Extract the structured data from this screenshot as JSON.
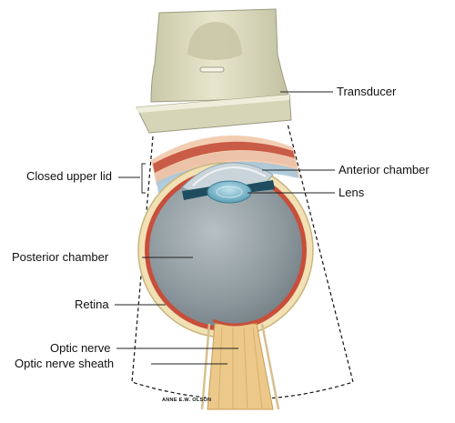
{
  "labels": {
    "transducer": "Transducer",
    "anterior_chamber": "Anterior chamber",
    "lens": "Lens",
    "closed_upper_lid": "Closed upper lid",
    "posterior_chamber": "Posterior chamber",
    "retina": "Retina",
    "optic_nerve": "Optic nerve",
    "optic_nerve_sheath": "Optic nerve sheath"
  },
  "signature": "ANNE E.W. OLSON",
  "colors": {
    "transducer_body": "#dcdcbe",
    "transducer_shadow": "#b9b79a",
    "lid_skin": "#f2c6a8",
    "lid_muscle": "#c85a45",
    "globe_wall": "#ead9a8",
    "choroid": "#c84e3c",
    "vitreous": "#8e9a9f",
    "lens": "#7bb6cc",
    "nerve": "#ecc98a"
  }
}
